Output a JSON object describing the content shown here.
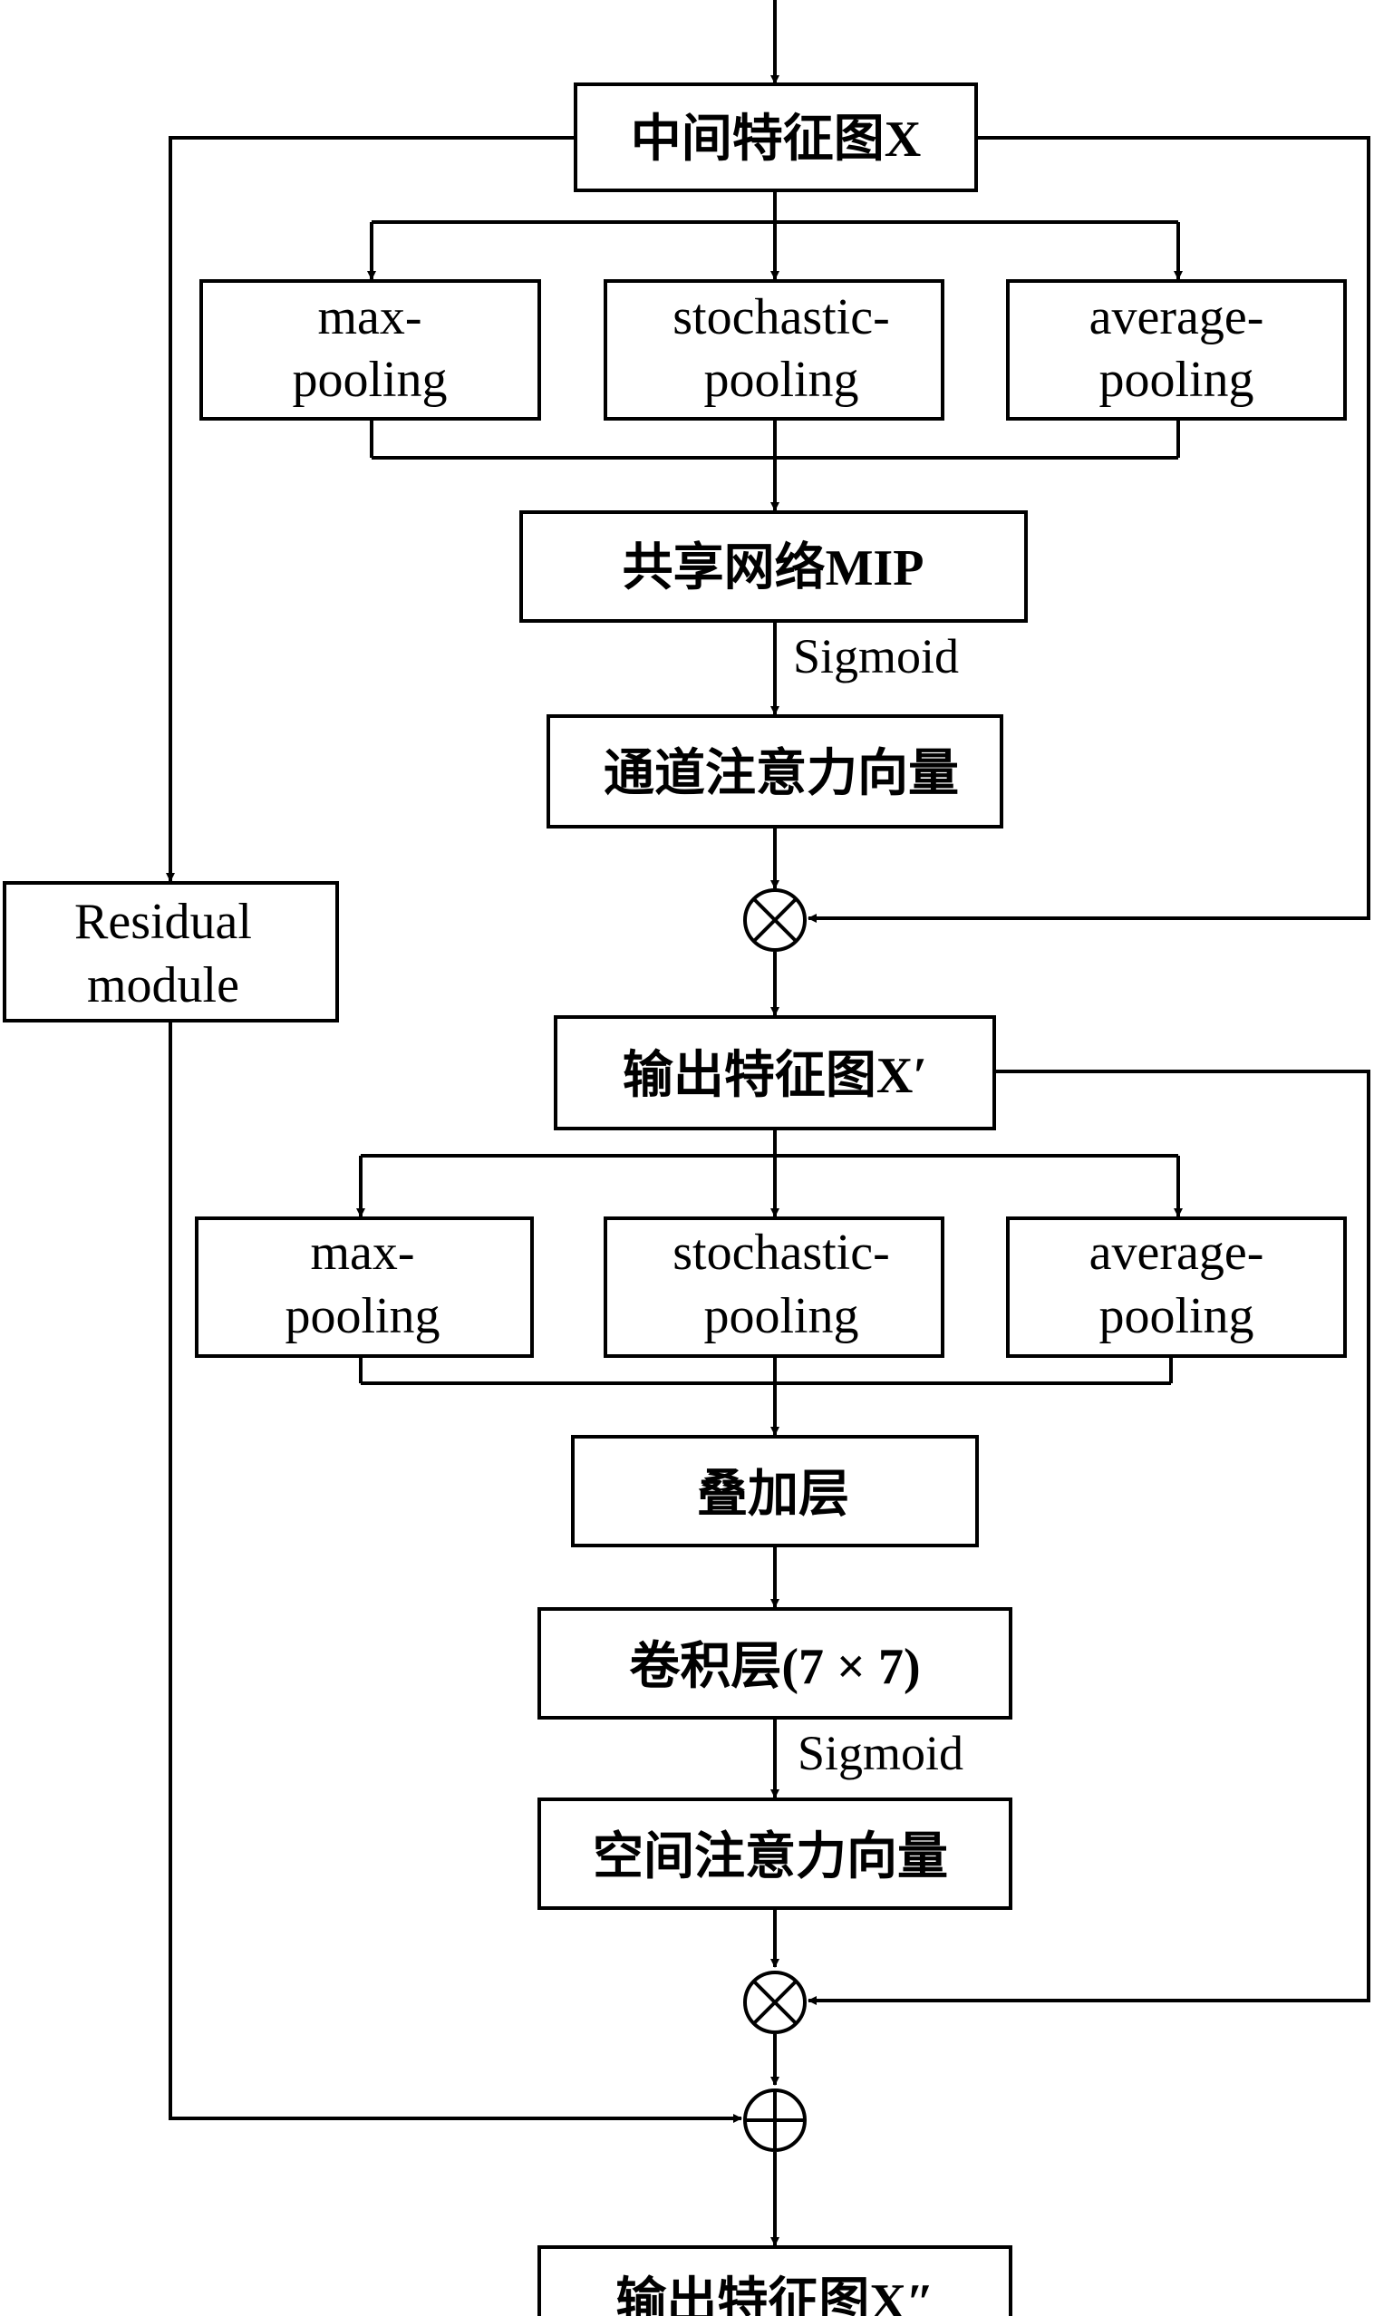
{
  "nodes": {
    "intermediate_feature": "中间特征图X",
    "pool1_max": [
      "max-",
      "pooling"
    ],
    "pool1_stoch": [
      "stochastic-",
      "pooling"
    ],
    "pool1_avg": [
      "average-",
      "pooling"
    ],
    "shared_network": "共享网络MIP",
    "channel_vector": "通道注意力向量",
    "residual": [
      "Residual",
      "module"
    ],
    "output_feature_1": "输出特征图X′",
    "pool2_max": [
      "max-",
      "pooling"
    ],
    "pool2_stoch": [
      "stochastic-",
      "pooling"
    ],
    "pool2_avg": [
      "average-",
      "pooling"
    ],
    "stack_layer": "叠加层",
    "conv_layer": "卷积层(7 × 7)",
    "spatial_vector": "空间注意力向量",
    "output_feature_2": "输出特征图X″"
  },
  "edge_labels": {
    "sigmoid_1": "Sigmoid",
    "sigmoid_2": "Sigmoid"
  },
  "operators": {
    "multiply": "⊗",
    "add": "⊕"
  }
}
